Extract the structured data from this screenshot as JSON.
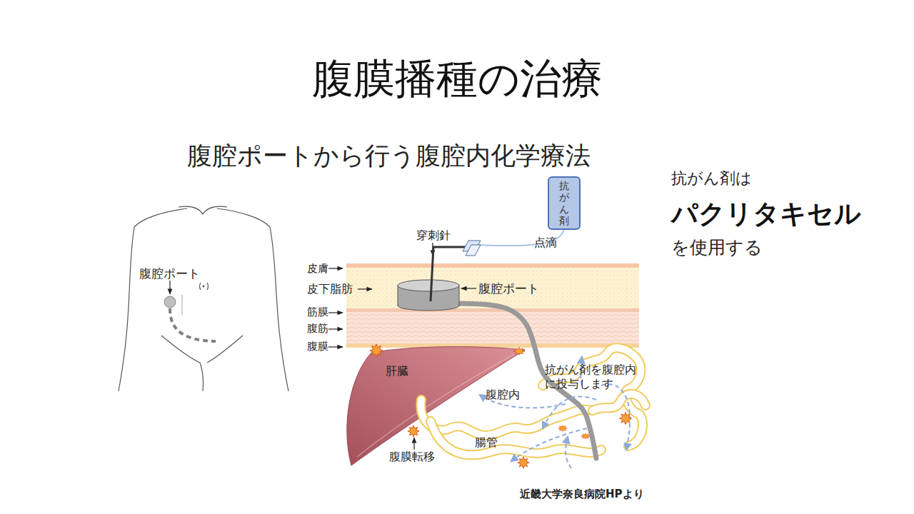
{
  "diagram": {
    "title": "腹膜播種の治療",
    "nodes": [
      {
        "text": [
          "抗がん剤"
        ]
      }
    ],
    "labels": [
      "腹腔ポートから行う腹腔内化学療法",
      "腹腔ポート",
      "穿刺針",
      "点滴",
      "皮膚",
      "皮下脂肪",
      "筋膜",
      "腹筋",
      "腹膜",
      "腹腔ポート",
      "肝臓",
      "抗がん剤を腹腔内 に投与します",
      "腹腔内",
      "腸管",
      "腹膜転移",
      "抗がん剤は",
      "パクリタキセル",
      "を使用する",
      "近畿大学奈良病院HPより"
    ]
  }
}
